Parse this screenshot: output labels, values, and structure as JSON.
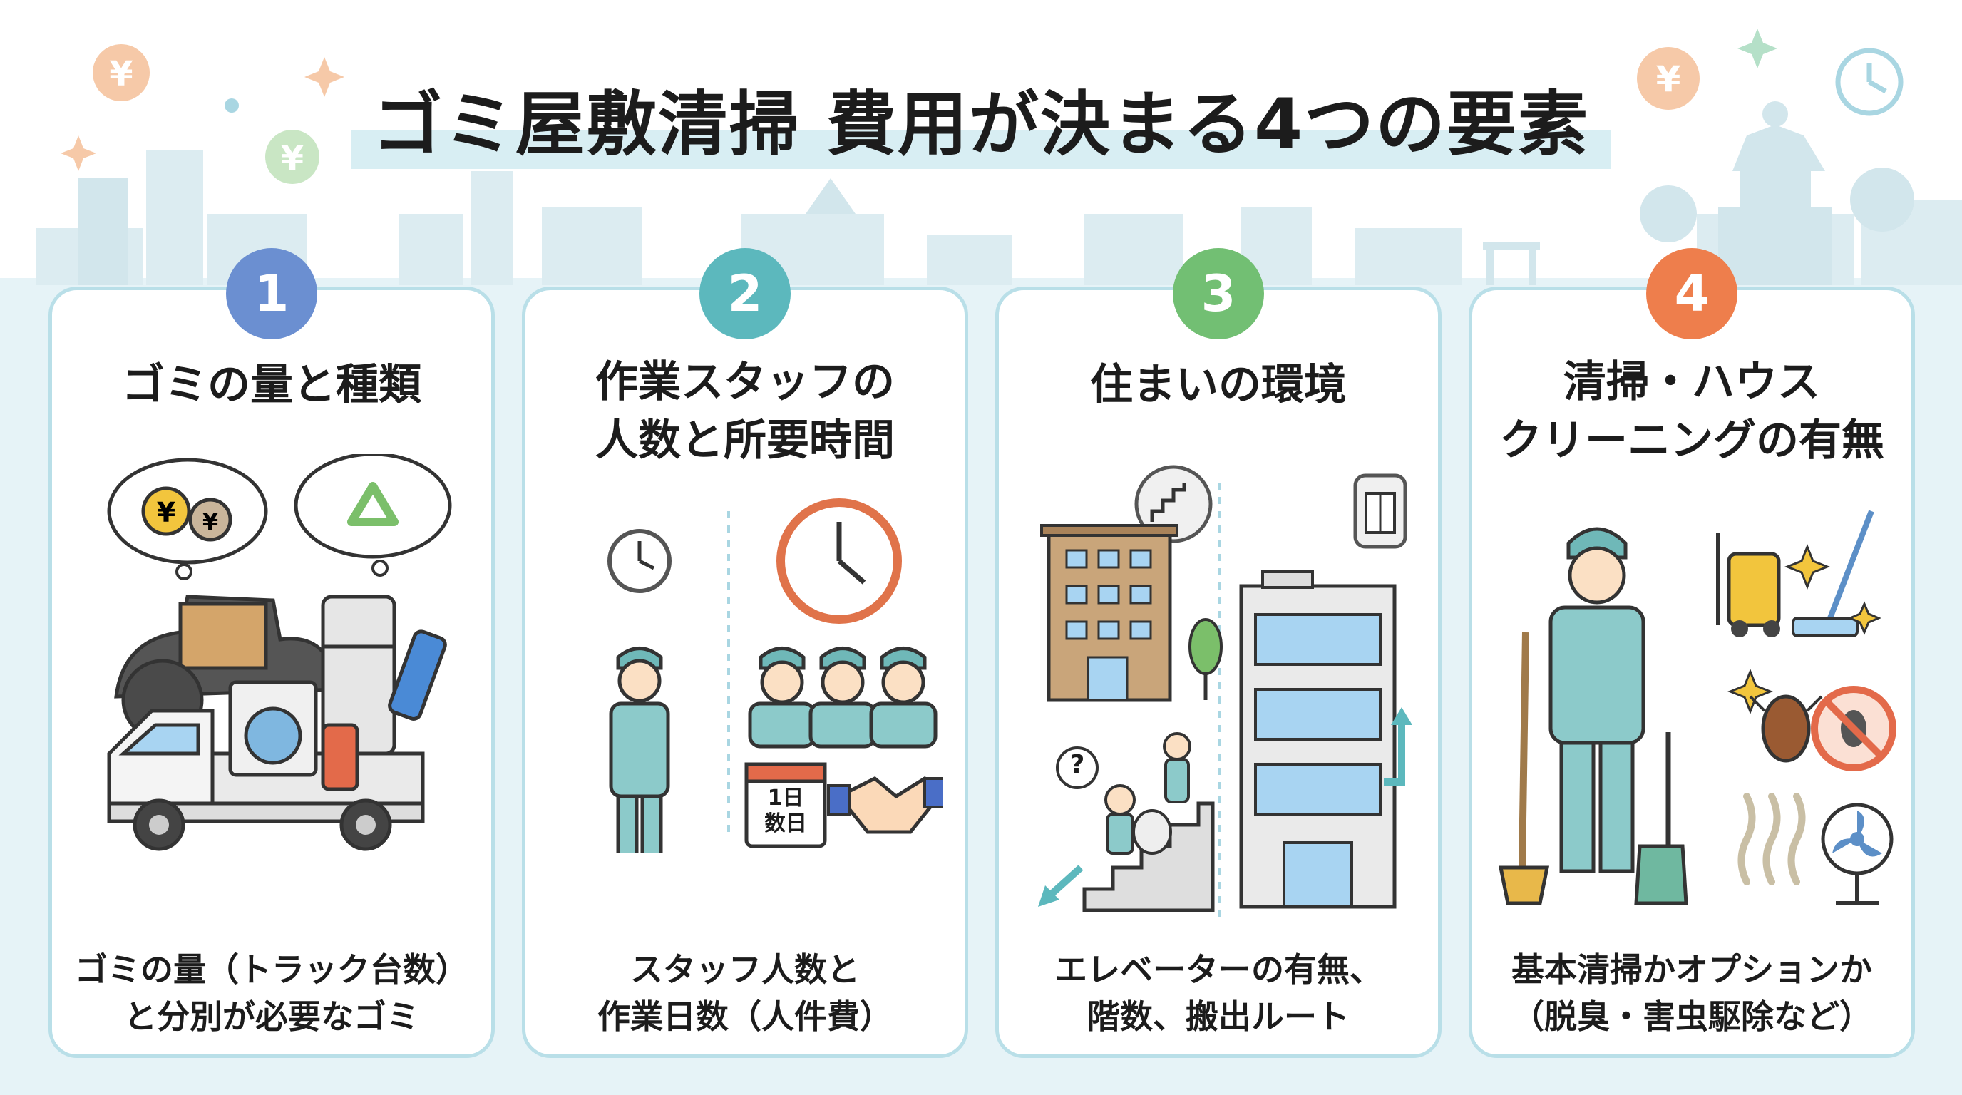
{
  "title": "ゴミ屋敷清掃 費用が決まる4つの要素",
  "colors": {
    "badge1": "#6b8fd1",
    "badge2": "#5cb8bd",
    "badge3": "#72bf73",
    "badge4": "#ee7e4c",
    "card_border": "#b9dfe8",
    "city": "#dcecf1"
  },
  "icons": [
    "yen-coin-icon",
    "sparkle-icon",
    "clock-icon",
    "samurai-statue-icon",
    "tree-icon"
  ],
  "cards": [
    {
      "number": "1",
      "title_lines": [
        "ゴミの量と種類"
      ],
      "footer_lines": [
        "ゴミの量（トラック台数）",
        "と分別が必要なゴミ"
      ],
      "icons": [
        "yen-coin-icon",
        "recycle-icon",
        "garbage-truck-icon",
        "washing-machine-icon",
        "refrigerator-icon",
        "spray-can-icon"
      ]
    },
    {
      "number": "2",
      "title_lines": [
        "作業スタッフの",
        "人数と所要時間"
      ],
      "footer_lines": [
        "スタッフ人数と",
        "作業日数（人件費）"
      ],
      "calendar_lines": [
        "1日",
        "数日"
      ],
      "icons": [
        "clock-icon",
        "worker-icon",
        "workers-group-icon",
        "calendar-icon",
        "handshake-icon"
      ]
    },
    {
      "number": "3",
      "title_lines": [
        "住まいの環境"
      ],
      "footer_lines": [
        "エレベーターの有無、",
        "階数、搬出ルート"
      ],
      "question_mark": "?",
      "icons": [
        "stairs-icon",
        "elevator-icon",
        "apartment-icon",
        "tall-building-icon",
        "carrying-worker-icon"
      ]
    },
    {
      "number": "4",
      "title_lines": [
        "清掃・ハウス",
        "クリーニングの有無"
      ],
      "footer_lines": [
        "基本清掃かオプションか",
        "（脱臭・害虫駆除など）"
      ],
      "icons": [
        "cleaning-worker-icon",
        "pressure-washer-icon",
        "mop-icon",
        "cockroach-icon",
        "no-bugs-icon",
        "odor-icon",
        "fan-icon"
      ]
    }
  ]
}
